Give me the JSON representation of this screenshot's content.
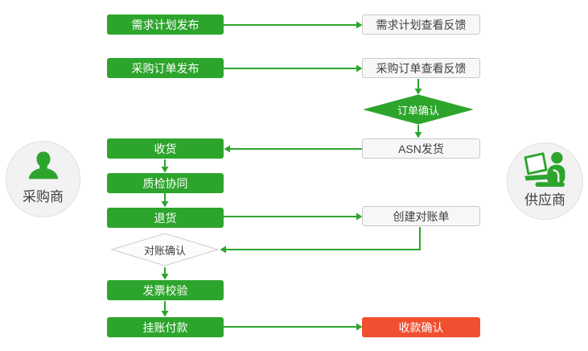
{
  "diagram": {
    "colors": {
      "green": "#2DA52D",
      "red": "#F05030",
      "node_bg": "#f7f7f7",
      "node_border": "#c9c9c9",
      "text_dark": "#3f3f3f"
    },
    "buyer": {
      "label": "采购商",
      "steps": {
        "demand_plan": "需求计划发布",
        "purchase_order": "采购订单发布",
        "receive_goods": "收货",
        "quality_check": "质检协同",
        "return_goods": "退货",
        "reconciliation_confirm": "对账确认",
        "invoice_verify": "发票校验",
        "book_payment": "挂账付款"
      }
    },
    "supplier": {
      "label": "供应商",
      "steps": {
        "demand_plan_feedback": "需求计划查看反馈",
        "purchase_order_feedback": "采购订单查看反馈",
        "order_confirm": "订单确认",
        "asn_ship": "ASN发货",
        "create_statement": "创建对账单",
        "receipt_confirm": "收款确认"
      }
    }
  }
}
